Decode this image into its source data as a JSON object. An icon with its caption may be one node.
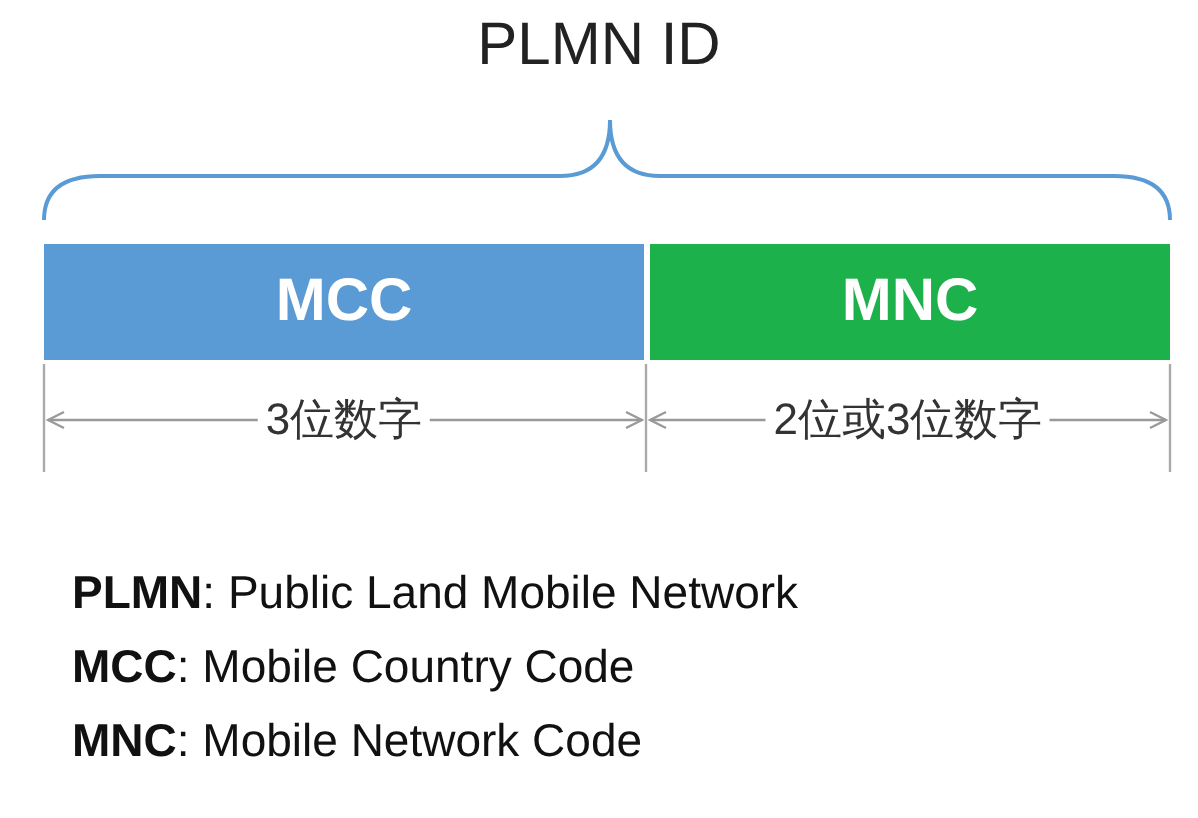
{
  "diagram": {
    "title": "PLMN ID",
    "nodes": [
      {
        "text": [
          "MCC"
        ]
      },
      {
        "text": [
          "MNC"
        ]
      }
    ],
    "labels": [
      "3位数字",
      "2位或3位数字",
      "**PLMN**: Public Land Mobile Network",
      "**MCC**: Mobile Country Code",
      "**MNC**: Mobile Network Code"
    ]
  }
}
